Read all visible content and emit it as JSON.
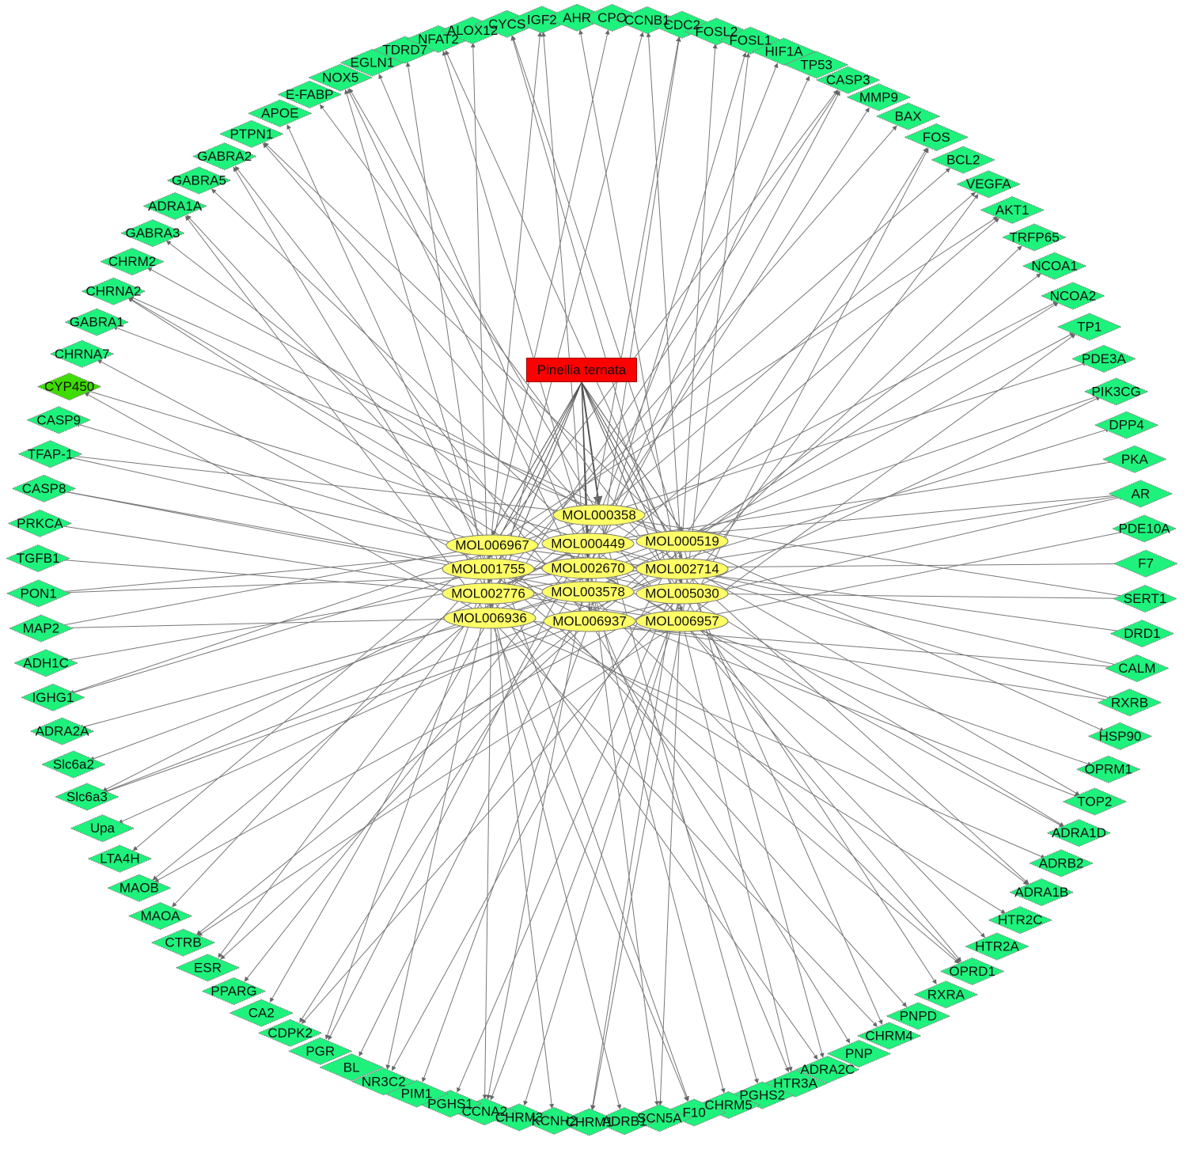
{
  "herb": {
    "label": "Pinellia ternata",
    "color": "#ff0000"
  },
  "colors": {
    "target": "#1ef27c",
    "target_highlight": "#3fdc00",
    "molecule": "#ffff66",
    "edge": "#777777"
  },
  "molecules": [
    "MOL000358",
    "MOL006967",
    "MOL000449",
    "MOL000519",
    "MOL001755",
    "MOL002670",
    "MOL002714",
    "MOL002776",
    "MOL003578",
    "MOL005030",
    "MOL006936",
    "MOL006937",
    "MOL006957"
  ],
  "targets": [
    "NOX5",
    "EGLN1",
    "TDRD7",
    "NFAT2",
    "ALOX12",
    "CYCS",
    "IGF2",
    "AHR",
    "CPO",
    "CCNB1",
    "CDC2",
    "FOSL2",
    "FOSL1",
    "HIF1A",
    "TP53",
    "CASP3",
    "MMP9",
    "BAX",
    "FOS",
    "BCL2",
    "VEGFA",
    "AKT1",
    "TRFP65",
    "NCOA1",
    "NCOA2",
    "TP1",
    "PDE3A",
    "PIK3CG",
    "DPP4",
    "PKA",
    "AR",
    "PDE10A",
    "F7",
    "SERT1",
    "DRD1",
    "CALM",
    "RXRB",
    "HSP90",
    "OPRM1",
    "TOP2",
    "ADRA1D",
    "ADRB2",
    "ADRA1B",
    "HTR2C",
    "HTR2A",
    "OPRD1",
    "RXRA",
    "PNPD",
    "CHRM4",
    "PNP",
    "ADRA2C",
    "HTR3A",
    "PGHS2",
    "CHRM5",
    "F10",
    "SCN5A",
    "ADRB1",
    "CHRM1",
    "KCNH2",
    "CHRM3",
    "CCNA2",
    "PGHS1",
    "PIM1",
    "NR3C2",
    "BL",
    "PGR",
    "CDPK2",
    "CA2",
    "PPARG",
    "ESR",
    "CTRB",
    "MAOA",
    "MAOB",
    "LTA4H",
    "Upa",
    "Slc6a3",
    "Slc6a2",
    "ADRA2A",
    "IGHG1",
    "ADH1C",
    "MAP2",
    "PON1",
    "TGFB1",
    "PRKCA",
    "CASP8",
    "TFAP-1",
    "CASP9",
    "CYP450",
    "CHRNA7",
    "GABRA1",
    "CHRNA2",
    "CHRM2",
    "GABRA3",
    "ADRA1A",
    "GABRA5",
    "GABRA2",
    "PTPN1",
    "APOE",
    "E-FABP"
  ],
  "highlighted_target": "CYP450"
}
